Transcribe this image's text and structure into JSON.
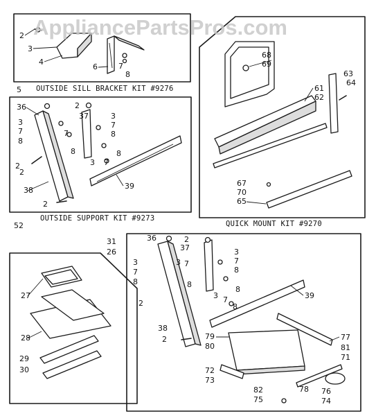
{
  "watermark": "AppliancePartsPros.com",
  "kits": {
    "sill": "OUTSIDE SILL BRACKET KIT #9276",
    "support": "OUTSIDE SUPPORT KIT #9273",
    "quick": "QUICK MOUNT KIT #9270"
  },
  "labels": {
    "p2": "2",
    "p3": "3",
    "p4": "4",
    "p5": "5",
    "p6": "6",
    "p7": "7",
    "p8": "8",
    "p26": "26",
    "p27": "27",
    "p28": "28",
    "p29": "29",
    "p30": "30",
    "p31": "31",
    "p36": "36",
    "p37": "37",
    "p38": "38",
    "p39": "39",
    "p52": "52",
    "p61": "61",
    "p62": "62",
    "p63": "63",
    "p64": "64",
    "p65": "65",
    "p67": "67",
    "p68": "68",
    "p69": "69",
    "p70": "70",
    "p71": "71",
    "p72": "72",
    "p73": "73",
    "p74": "74",
    "p75": "75",
    "p76": "76",
    "p77": "77",
    "p78": "78",
    "p79": "79",
    "p80": "80",
    "p81": "81",
    "p82": "82"
  }
}
